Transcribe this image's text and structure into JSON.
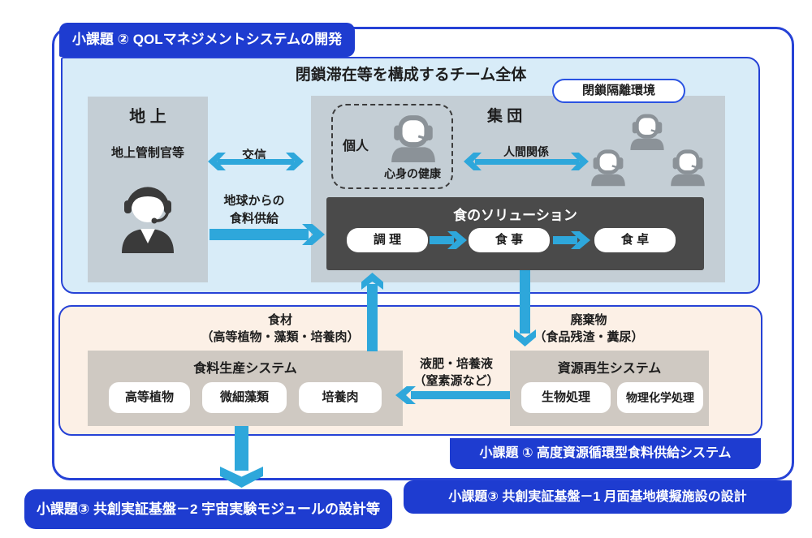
{
  "colors": {
    "badge_blue": "#1e3cd0",
    "frame_blue": "#2642d6",
    "arrow_cyan": "#2ea7db",
    "qol_panel_bg": "#d8ecf8",
    "habitat_gray": "#c4ced5",
    "solution_dark": "#4a4a4a",
    "cycle_panel_bg": "#fcf0e6",
    "system_taupe": "#cfc9c2"
  },
  "badges": {
    "qol": "小課題 ② QOLマネジメントシステムの開発",
    "subtask1": "小課題 ①  高度資源循環型食料供給システム",
    "kyoso1": "小課題③  共創実証基盤－1  月面基地模擬施設の設計",
    "kyoso2": "小課題③ 共創実証基盤－2 宇宙実験モジュールの設計等"
  },
  "qol": {
    "team_title": "閉鎖滞在等を構成するチーム全体",
    "isolation": "閉鎖隔離環境",
    "ground": {
      "title": "地 上",
      "subtitle": "地上管制官等"
    },
    "comm": "交信",
    "supply_line1": "地球からの",
    "supply_line2": "食料供給",
    "individual": "個人",
    "health": "心身の健康",
    "group": "集 団",
    "relations": "人間関係",
    "solution": {
      "title": "食のソリューション",
      "steps": [
        "調 理",
        "食 事",
        "食 卓"
      ]
    }
  },
  "cycle": {
    "food_line1": "食材",
    "food_line2": "（高等植物・藻類・培養肉）",
    "waste_line1": "廃棄物",
    "waste_line2": "（食品残渣・糞尿）",
    "fert_line1": "液肥・培養液",
    "fert_line2": "（窒素源など）",
    "production": {
      "title": "食料生産システム",
      "items": [
        "高等植物",
        "微細藻類",
        "培養肉"
      ]
    },
    "recycle": {
      "title": "資源再生システム",
      "items": [
        "生物処理",
        "物理化学処理"
      ]
    }
  }
}
